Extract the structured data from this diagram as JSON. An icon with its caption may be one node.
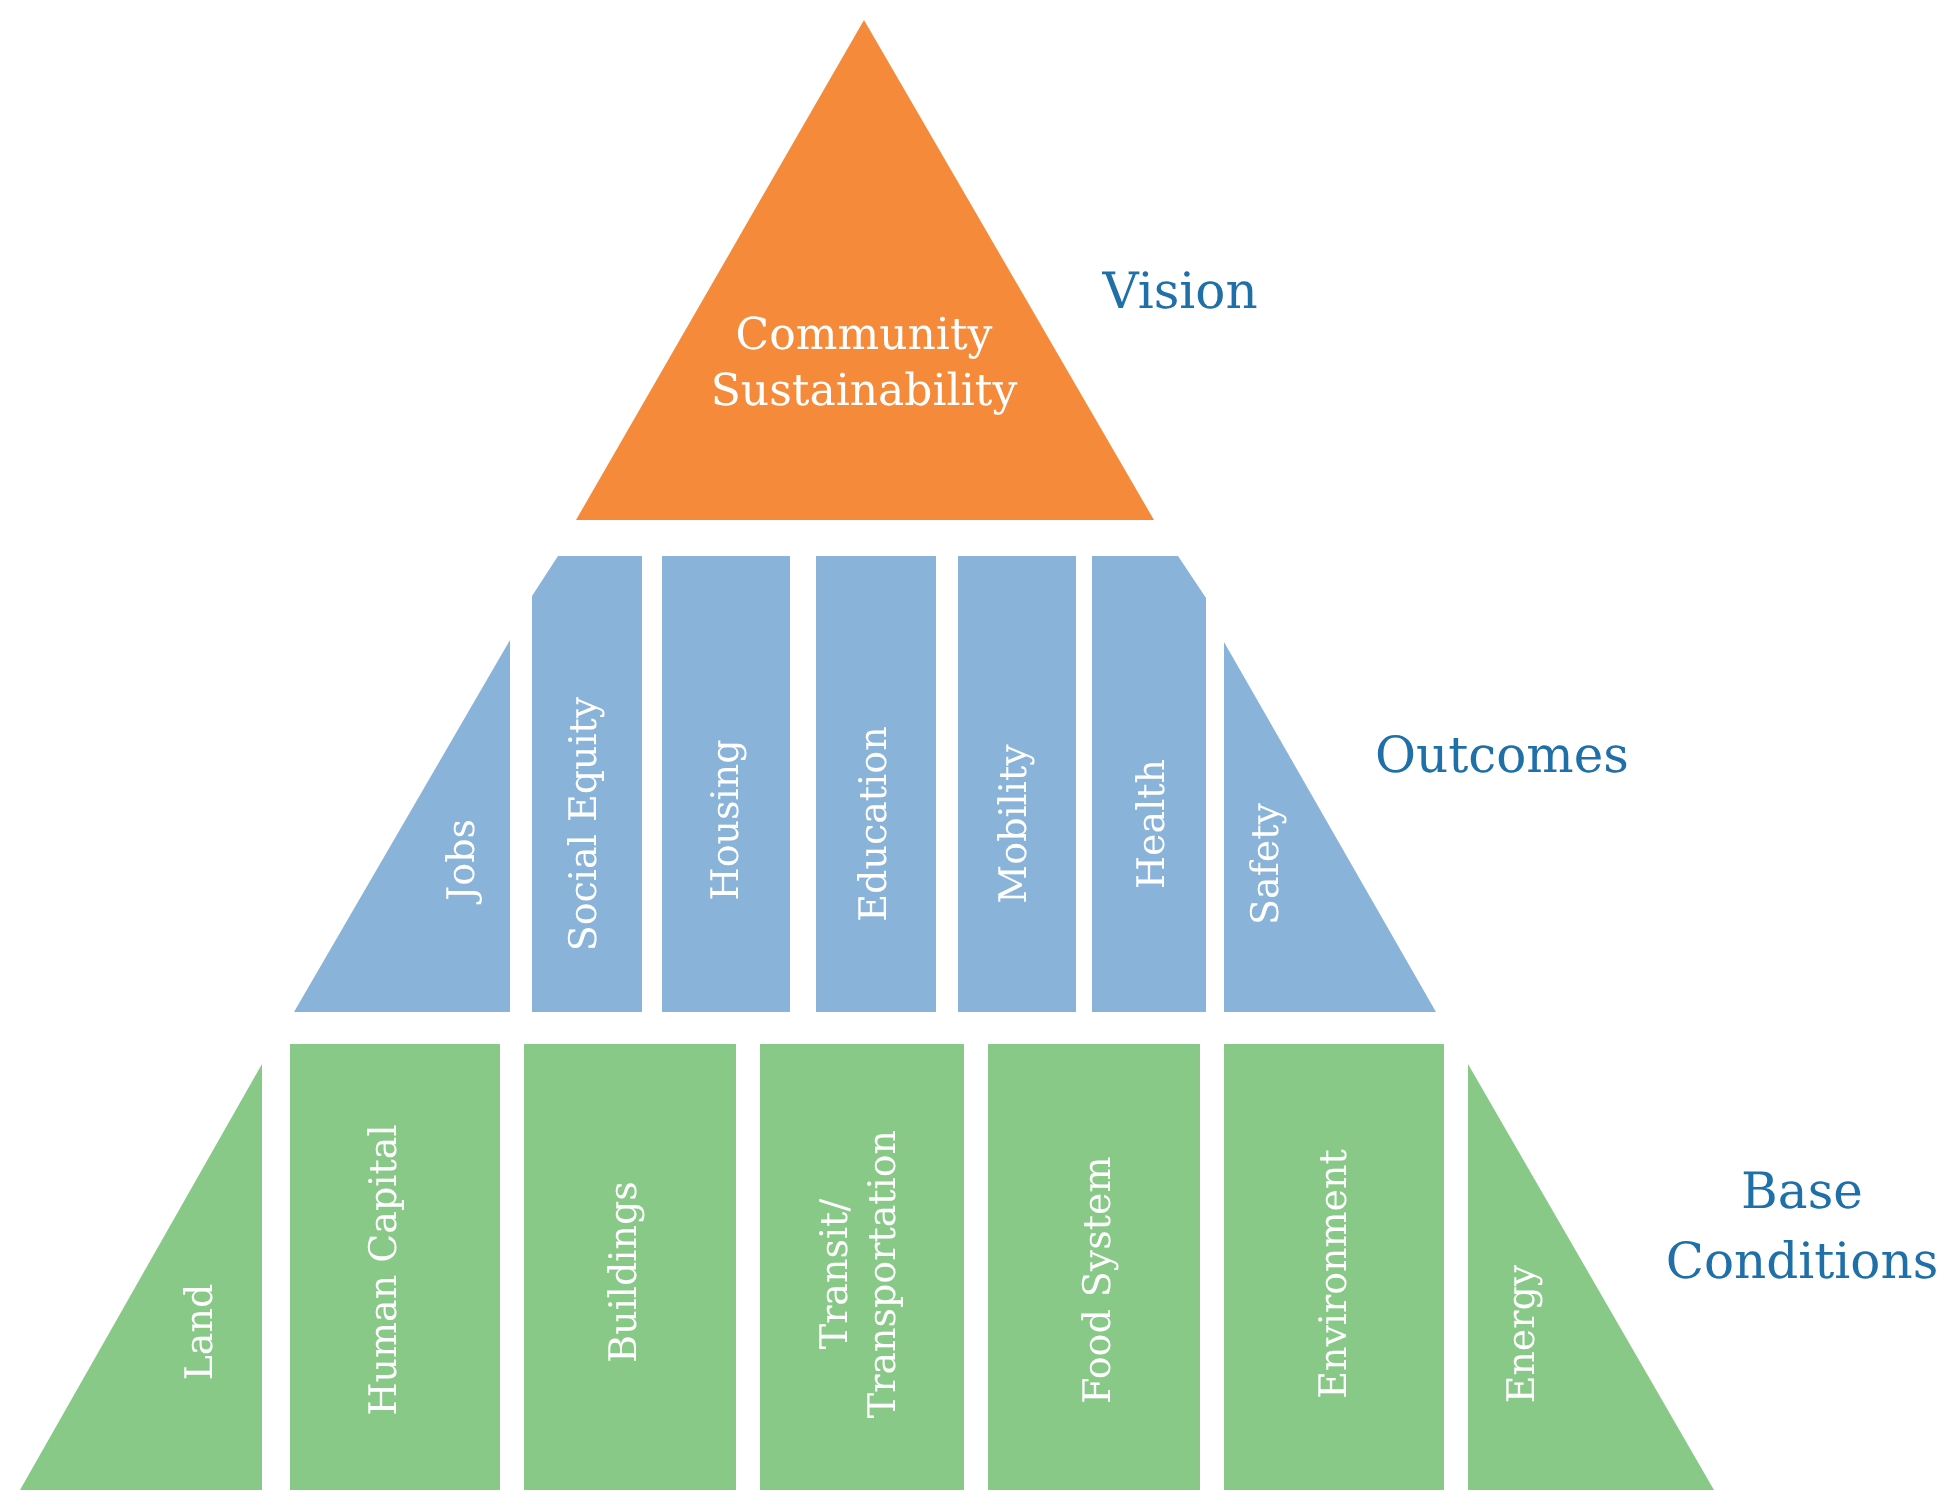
{
  "diagram": {
    "nodes": [
      {
        "text": [
          "Community Sustainability"
        ]
      },
      {
        "text": [
          "Jobs"
        ]
      },
      {
        "text": [
          "Social Equity"
        ]
      },
      {
        "text": [
          "Housing"
        ]
      },
      {
        "text": [
          "Education"
        ]
      },
      {
        "text": [
          "Mobility"
        ]
      },
      {
        "text": [
          "Health"
        ]
      },
      {
        "text": [
          "Safety"
        ]
      },
      {
        "text": [
          "Land"
        ]
      },
      {
        "text": [
          "Human Capital"
        ]
      },
      {
        "text": [
          "Buildings"
        ]
      },
      {
        "text": [
          "Transit/ Transportation"
        ]
      },
      {
        "text": [
          "Food System"
        ]
      },
      {
        "text": [
          "Environment"
        ]
      },
      {
        "text": [
          "Energy"
        ]
      }
    ],
    "labels": [
      "Vision",
      "Outcomes",
      "Base Conditions"
    ]
  }
}
